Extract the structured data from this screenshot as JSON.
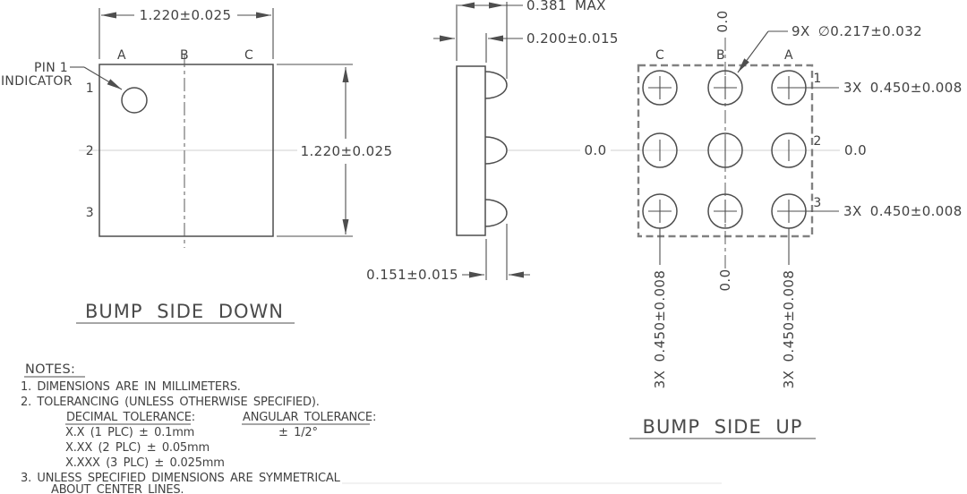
{
  "drawing": {
    "views": {
      "bump_side_down": {
        "title": "BUMP SIDE DOWN",
        "pin1_line1": "PIN 1",
        "pin1_line2": "INDICATOR",
        "col_labels": [
          "A",
          "B",
          "C"
        ],
        "row_labels": [
          "1",
          "2",
          "3"
        ],
        "width_dim": "1.220±0.025",
        "height_dim": "1.220±0.025"
      },
      "side_view": {
        "package_height_dim": "0.381 MAX",
        "die_thickness_dim": "0.200±0.015",
        "bump_height_dim": "0.151±0.015"
      },
      "bump_side_up": {
        "title": "BUMP SIDE UP",
        "col_labels": [
          "C",
          "B",
          "A"
        ],
        "row_labels": [
          "1",
          "2",
          "3"
        ],
        "bump_diameter_dim": "9X ∅0.217±0.032",
        "row1_pitch_dim": "3X 0.450±0.008",
        "row3_pitch_dim": "3X 0.450±0.008",
        "colC_pitch_dim": "3X 0.450±0.008",
        "colA_pitch_dim": "3X 0.450±0.008",
        "datum_top": "0.0",
        "datum_left": "0.0",
        "datum_right": "0.0",
        "datum_bottom": "0.0"
      }
    },
    "notes": {
      "heading": "NOTES:",
      "note1": "1. DIMENSIONS ARE IN MILLIMETERS.",
      "note2": "2. TOLERANCING (UNLESS OTHERWISE SPECIFIED).",
      "decimal_header": "DECIMAL TOLERANCE:",
      "angular_header": "ANGULAR TOLERANCE:",
      "decimal_rows": [
        "X.X (1 PLC) ± 0.1mm",
        "X.XX (2 PLC) ± 0.05mm",
        "X.XXX (3 PLC) ± 0.025mm"
      ],
      "angular_value": "± 1/2°",
      "note3_line1": "3. UNLESS SPECIFIED DIMENSIONS ARE SYMMETRICAL",
      "note3_line2": "ABOUT CENTER LINES."
    }
  }
}
